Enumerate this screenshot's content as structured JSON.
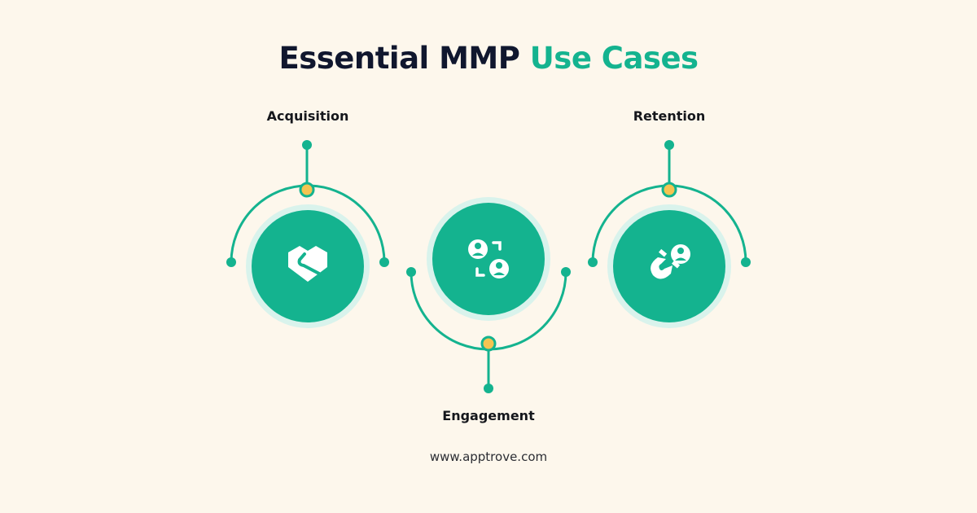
{
  "title": {
    "dark": "Essential MMP",
    "accent": "Use Cases"
  },
  "nodes": [
    {
      "label": "Acquisition",
      "icon": "handshake-icon"
    },
    {
      "label": "Engagement",
      "icon": "user-swap-icon"
    },
    {
      "label": "Retention",
      "icon": "magnet-user-icon"
    }
  ],
  "footer": "www.apptrove.com",
  "colors": {
    "background": "#fdf7ec",
    "accent": "#14b38f",
    "dark": "#10172e",
    "node_dot": "#f5c451",
    "glow": "#d9f3ec"
  }
}
